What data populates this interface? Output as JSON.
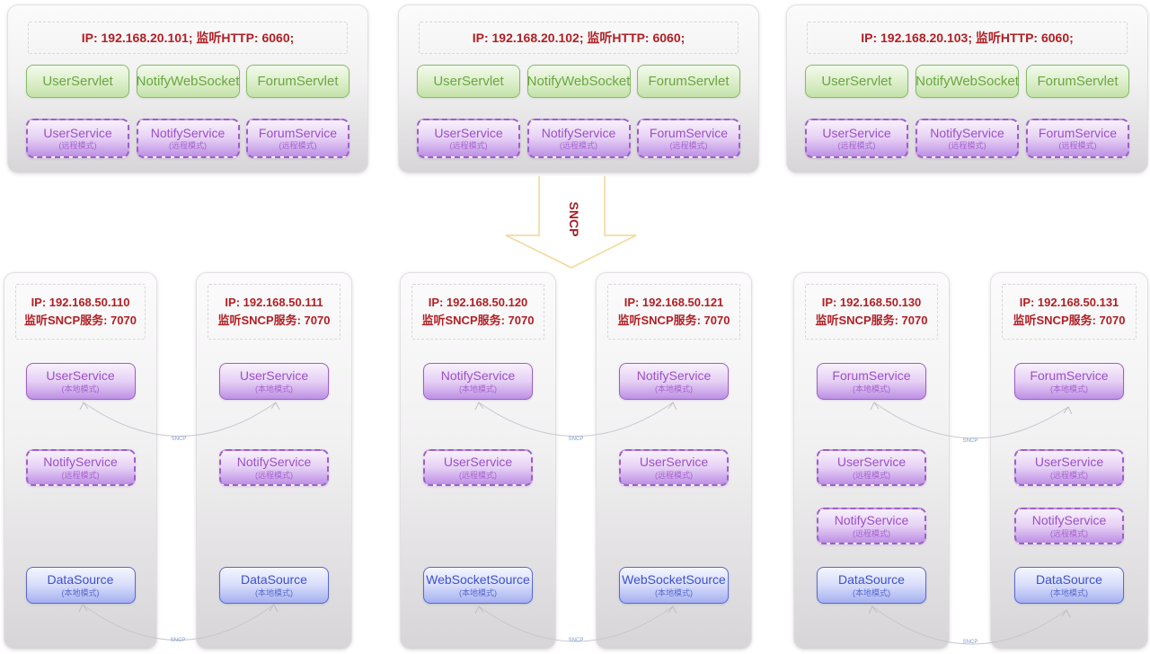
{
  "top_arrow": {
    "label": "SNCP"
  },
  "web_nodes": [
    {
      "ip_line": "IP: 192.168.20.101;  监听HTTP: 6060;",
      "servlets": [
        "UserServlet",
        "NotifyWebSocket",
        "ForumServlet"
      ],
      "services": [
        {
          "name": "UserService",
          "mode": "(远程模式)"
        },
        {
          "name": "NotifyService",
          "mode": "(远程模式)"
        },
        {
          "name": "ForumService",
          "mode": "(远程模式)"
        }
      ]
    },
    {
      "ip_line": "IP: 192.168.20.102;  监听HTTP: 6060;",
      "servlets": [
        "UserServlet",
        "NotifyWebSocket",
        "ForumServlet"
      ],
      "services": [
        {
          "name": "UserService",
          "mode": "(远程模式)"
        },
        {
          "name": "NotifyService",
          "mode": "(远程模式)"
        },
        {
          "name": "ForumService",
          "mode": "(远程模式)"
        }
      ]
    },
    {
      "ip_line": "IP: 192.168.20.103;  监听HTTP: 6060;",
      "servlets": [
        "UserServlet",
        "NotifyWebSocket",
        "ForumServlet"
      ],
      "services": [
        {
          "name": "UserService",
          "mode": "(远程模式)"
        },
        {
          "name": "NotifyService",
          "mode": "(远程模式)"
        },
        {
          "name": "ForumService",
          "mode": "(远程模式)"
        }
      ]
    }
  ],
  "service_nodes": [
    {
      "ip_line1": "IP: 192.168.50.110",
      "ip_line2": "监听SNCP服务: 7070",
      "s1": {
        "name": "UserService",
        "mode": "(本地模式)"
      },
      "s2": {
        "name": "NotifyService",
        "mode": "(远程模式)"
      },
      "ds": {
        "name": "DataSource",
        "mode": "(本地模式)"
      }
    },
    {
      "ip_line1": "IP: 192.168.50.111",
      "ip_line2": "监听SNCP服务: 7070",
      "s1": {
        "name": "UserService",
        "mode": "(本地模式)"
      },
      "s2": {
        "name": "NotifyService",
        "mode": "(远程模式)"
      },
      "ds": {
        "name": "DataSource",
        "mode": "(本地模式)"
      }
    },
    {
      "ip_line1": "IP: 192.168.50.120",
      "ip_line2": "监听SNCP服务: 7070",
      "s1": {
        "name": "NotifyService",
        "mode": "(本地模式)"
      },
      "s2": {
        "name": "UserService",
        "mode": "(远程模式)"
      },
      "ds": {
        "name": "WebSocketSource",
        "mode": "(本地模式)"
      }
    },
    {
      "ip_line1": "IP: 192.168.50.121",
      "ip_line2": "监听SNCP服务: 7070",
      "s1": {
        "name": "NotifyService",
        "mode": "(本地模式)"
      },
      "s2": {
        "name": "UserService",
        "mode": "(远程模式)"
      },
      "ds": {
        "name": "WebSocketSource",
        "mode": "(本地模式)"
      }
    },
    {
      "ip_line1": "IP: 192.168.50.130",
      "ip_line2": "监听SNCP服务: 7070",
      "s1": {
        "name": "ForumService",
        "mode": "(本地模式)"
      },
      "s2": {
        "name": "UserService",
        "mode": "(远程模式)"
      },
      "s3": {
        "name": "NotifyService",
        "mode": "(远程模式)"
      },
      "ds": {
        "name": "DataSource",
        "mode": "(本地模式)"
      }
    },
    {
      "ip_line1": "IP: 192.168.50.131",
      "ip_line2": "监听SNCP服务: 7070",
      "s1": {
        "name": "ForumService",
        "mode": "(本地模式)"
      },
      "s2": {
        "name": "UserService",
        "mode": "(远程模式)"
      },
      "s3": {
        "name": "NotifyService",
        "mode": "(远程模式)"
      },
      "ds": {
        "name": "DataSource",
        "mode": "(本地模式)"
      }
    }
  ],
  "connectors": [
    {
      "label": "SNCP"
    },
    {
      "label": "SNCP"
    },
    {
      "label": "SNCP"
    },
    {
      "label": "SNCP"
    },
    {
      "label": "SNCP"
    },
    {
      "label": "SNCP"
    }
  ],
  "colors": {
    "ip_text": "#b02024",
    "servlet_green_border": "#87bb66",
    "servlet_green_text": "#68a73f",
    "service_purple_border": "#9c60c8",
    "service_purple_text": "#9b50c6",
    "datasource_blue_border": "#5a6ad0",
    "datasource_blue_text": "#3d51c8",
    "arrow_outline": "#f2d693",
    "arrow_label_text": "#a51e22",
    "connector_line": "#c6c6ce",
    "connector_label_text": "#7f9ccb"
  }
}
